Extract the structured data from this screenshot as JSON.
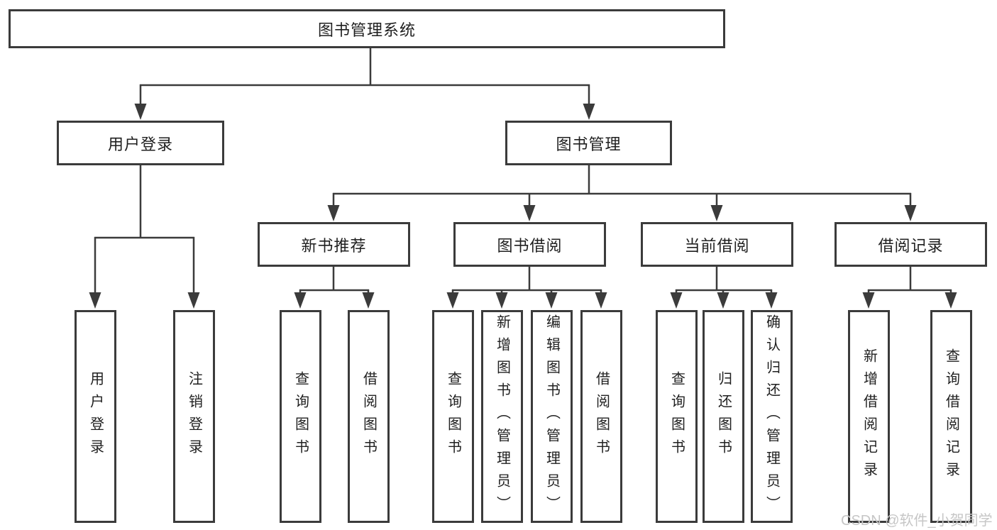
{
  "tree": {
    "label": "图书管理系统",
    "children": [
      {
        "label": "用户登录",
        "children": [
          {
            "label": "用户登录"
          },
          {
            "label": "注销登录"
          }
        ]
      },
      {
        "label": "图书管理",
        "children": [
          {
            "label": "新书推荐",
            "children": [
              {
                "label": "查询图书"
              },
              {
                "label": "借阅图书"
              }
            ]
          },
          {
            "label": "图书借阅",
            "children": [
              {
                "label": "查询图书"
              },
              {
                "label": "新增图书（管理员）"
              },
              {
                "label": "编辑图书（管理员）"
              },
              {
                "label": "借阅图书"
              }
            ]
          },
          {
            "label": "当前借阅",
            "children": [
              {
                "label": "查询图书"
              },
              {
                "label": "归还图书"
              },
              {
                "label": "确认归还（管理员）"
              }
            ]
          },
          {
            "label": "借阅记录",
            "children": [
              {
                "label": "新增借阅记录"
              },
              {
                "label": "查询借阅记录"
              }
            ]
          }
        ]
      }
    ]
  },
  "watermark": {
    "text": "CSDN @软件_小贺同学"
  },
  "colors": {
    "line": "#3b3b3b",
    "text": "#1f1f1f",
    "watermark": "#c6c6c6",
    "background": "#ffffff"
  }
}
